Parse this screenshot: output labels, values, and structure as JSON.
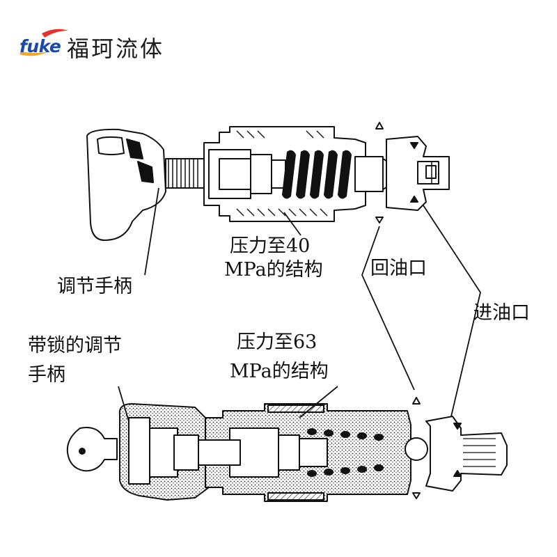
{
  "logo": {
    "text": "fuke",
    "swoosh_colors": [
      "#e8312a",
      "#f5a623"
    ]
  },
  "brand": {
    "name": "福珂流体"
  },
  "labels": {
    "upper_handle": "调节手柄",
    "upper_structure_line1": "压力至40",
    "upper_structure_line2": "MPa的结构",
    "return_port": "回油口",
    "inlet_port": "进油口",
    "lower_handle_line1": "带锁的调节",
    "lower_handle_line2": "手柄",
    "lower_structure_line1": "压力至63",
    "lower_structure_line2": "MPa的结构"
  },
  "colors": {
    "ink": "#111111",
    "logo_blue": "#1a4aa8"
  }
}
